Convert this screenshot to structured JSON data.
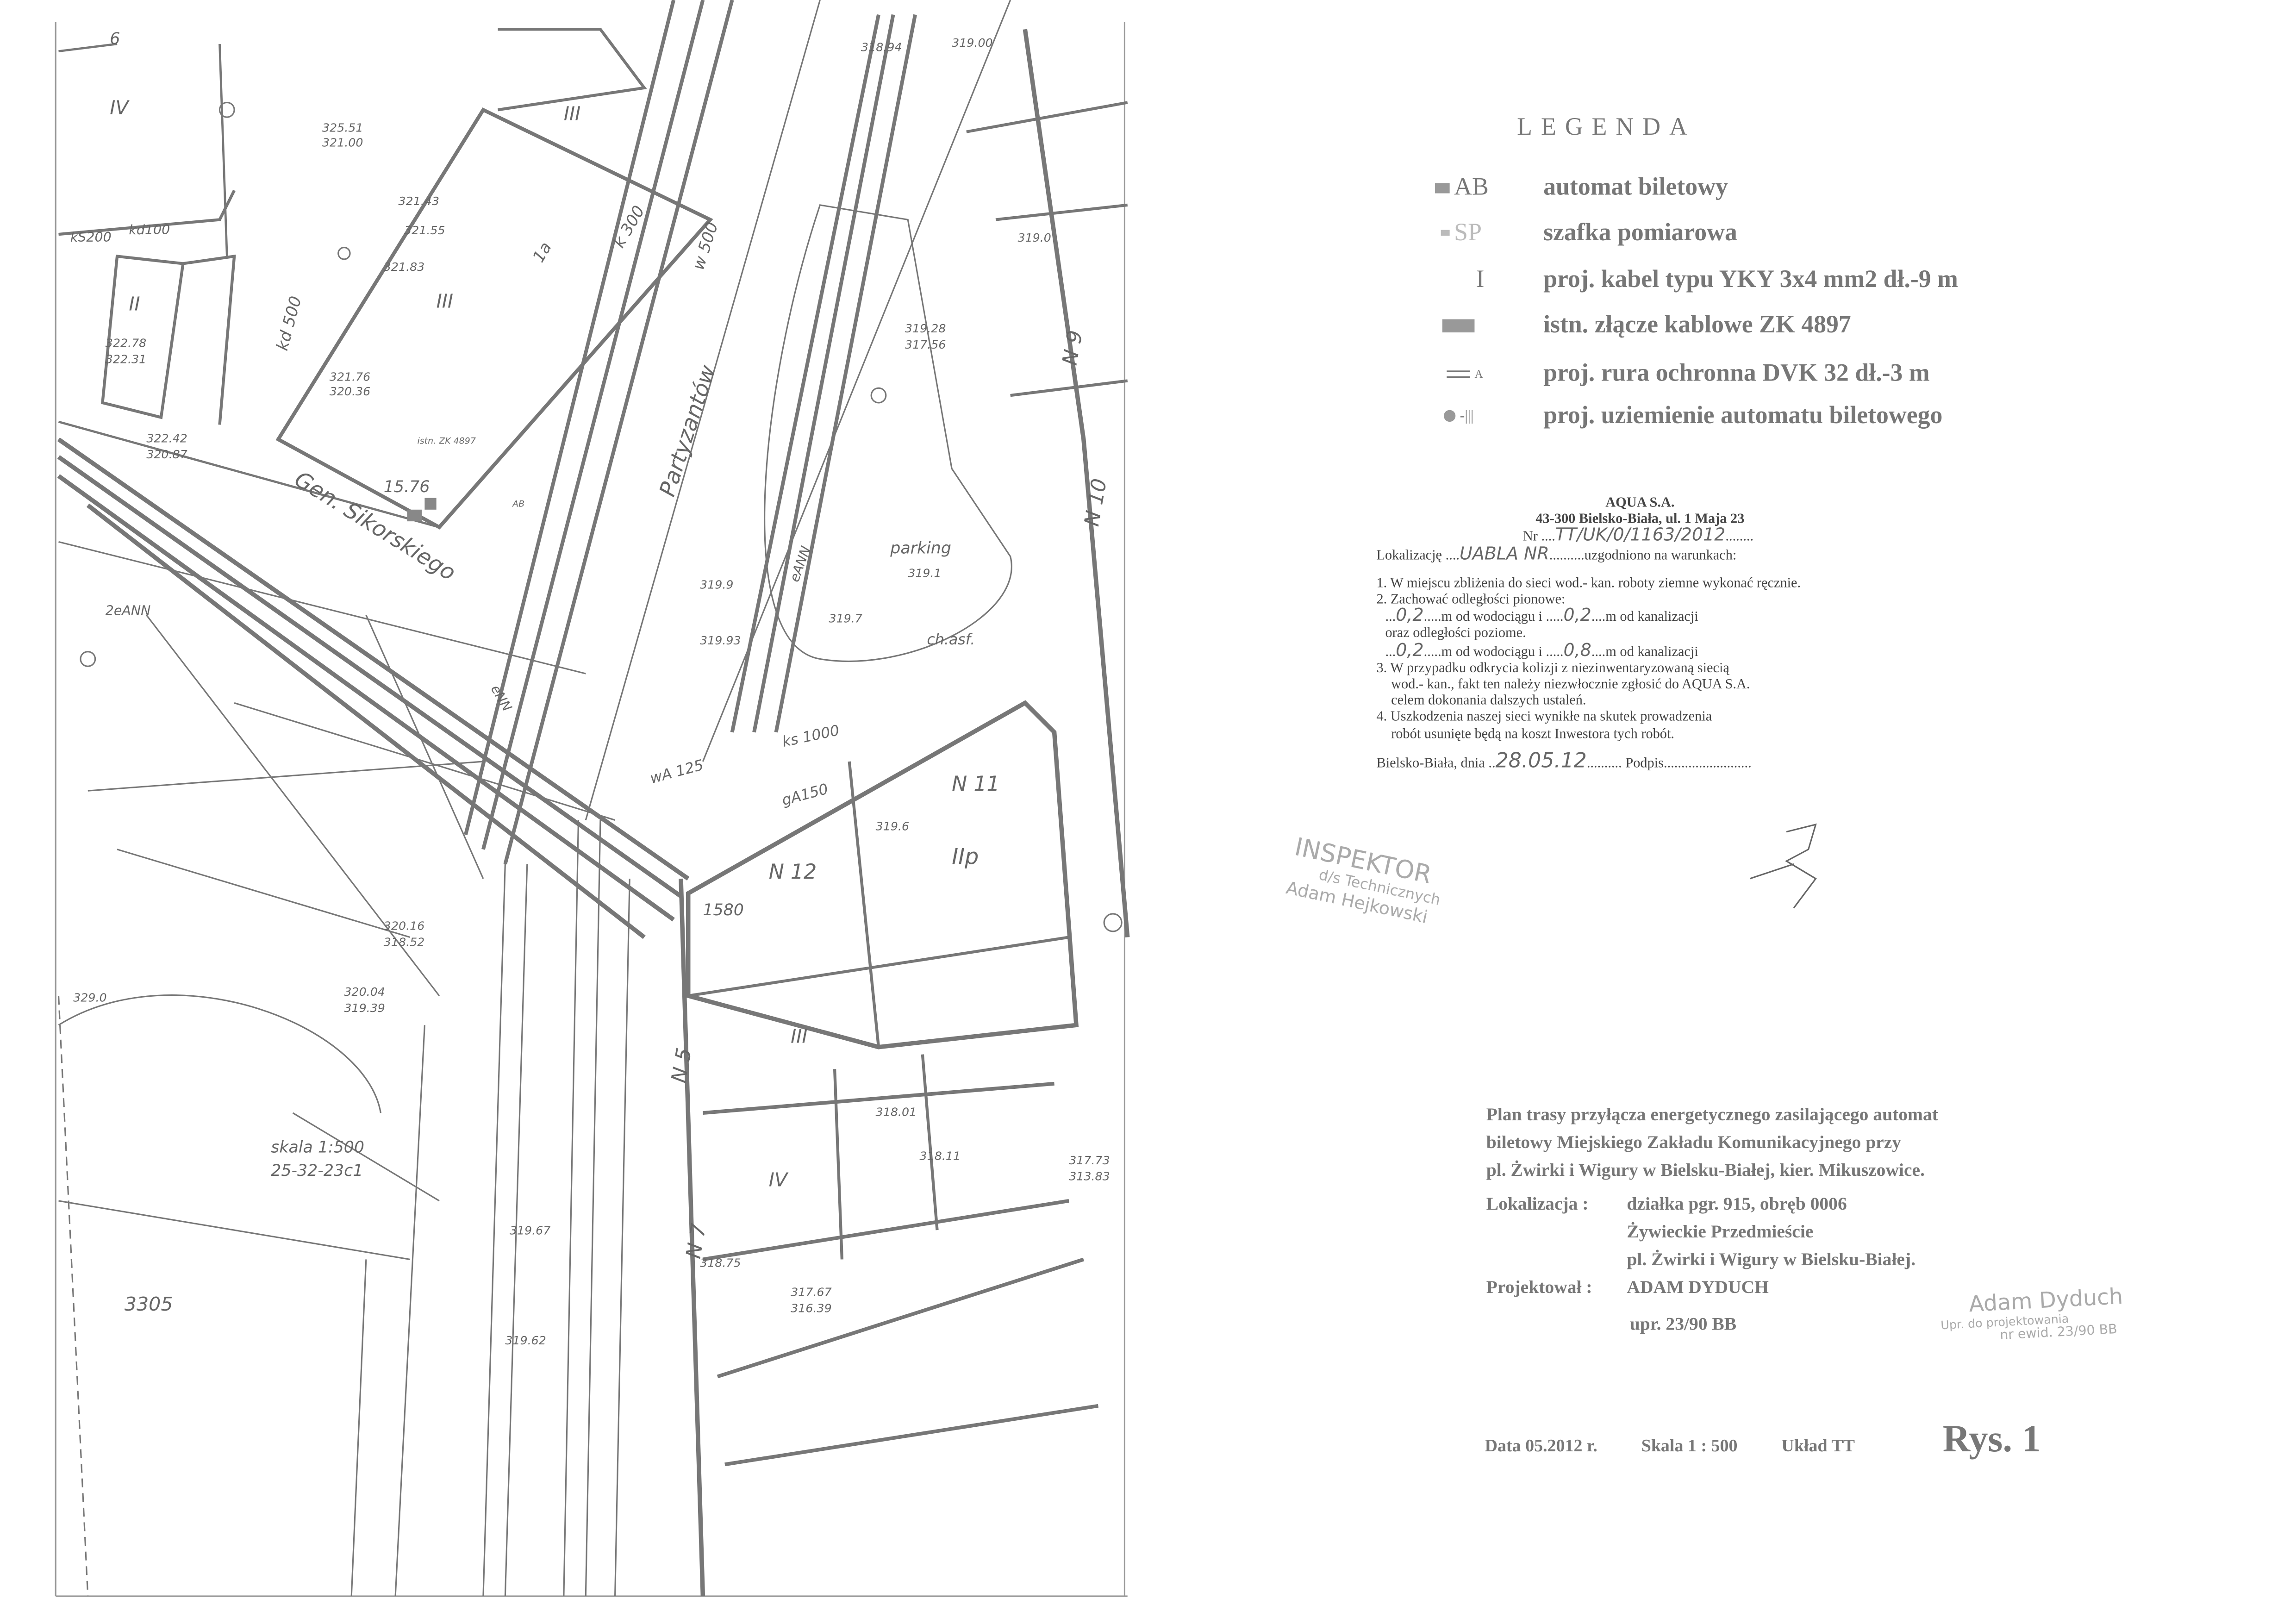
{
  "legend": {
    "title": "LEGENDA",
    "items": [
      {
        "symbol": "AB",
        "text": "automat biletowy"
      },
      {
        "symbol": "SP",
        "text": "szafka pomiarowa"
      },
      {
        "symbol": "I",
        "text": "proj. kabel typu YKY 3x4 mm2  dł.-9 m"
      },
      {
        "symbol": "",
        "text": "istn. złącze kablowe ZK 4897"
      },
      {
        "symbol": "A",
        "text": "proj. rura ochronna DVK 32   dł.-3 m"
      },
      {
        "symbol": "",
        "text": "proj. uziemienie automatu biletowego"
      }
    ]
  },
  "aqua": {
    "company": "AQUA S.A.",
    "address": "43-300 Bielsko-Biała, ul. 1 Maja 23",
    "nr_label": "Nr",
    "nr_value": "TT/UK/0/1163/2012",
    "lokalizacje_label": "Lokalizację",
    "lokalizacje_value": "UABLA NR",
    "agreed": "uzgodniono na warunkach:",
    "c1": "1. W miejscu zbliżenia do sieci wod.- kan. roboty ziemne wykonać ręcznie.",
    "c2": "2. Zachować odległości pionowe:",
    "v1": "0,2",
    "v2": "0,2",
    "from_water": "m od wodociągu i",
    "from_sewer": "m od kanalizacji",
    "horizontal": "oraz odległości poziome.",
    "h1": "0,2",
    "h2": "0,8",
    "c3a": "3. W przypadku odkrycia kolizji z niezinwentaryzowaną siecią",
    "c3b": "wod.- kan., fakt ten należy niezwłocznie zgłosić do AQUA S.A.",
    "c3c": "celem dokonania dalszych ustaleń.",
    "c4a": "4. Uszkodzenia naszej sieci wynikłe na skutek prowadzenia",
    "c4b": "robót usunięte będą na koszt Inwestora tych robót.",
    "place": "Bielsko-Biała, dnia",
    "date": "28.05.12",
    "podpis": "Podpis"
  },
  "stamp_inspector": {
    "line1": "INSPEKTOR",
    "line2": "d/s Technicznych",
    "line3": "Adam Hejkowski"
  },
  "title_block": {
    "line1": "Plan trasy przyłącza energetycznego zasilającego automat",
    "line2": "biletowy Miejskiego Zakładu Komunikacyjnego przy",
    "line3": "pl. Żwirki i Wigury w Bielsku-Białej, kier. Mikuszowice.",
    "lokalizacja_label": "Lokalizacja :",
    "lokalizacja_1": "działka  pgr. 915,    obręb  0006",
    "lokalizacja_2": "Żywieckie Przedmieście",
    "lokalizacja_3": "pl. Żwirki i Wigury w Bielsku-Białej.",
    "projektowal_label": "Projektował :",
    "projektowal": "ADAM  DYDUCH",
    "uprawnienia": "upr.  23/90  BB"
  },
  "stamp_designer": {
    "name": "Adam Dyduch",
    "line2": "Upr. do projektowania",
    "line3": "nr ewid. 23/90 BB"
  },
  "footer": {
    "date": "Data  05.2012 r.",
    "scale": "Skala  1 : 500",
    "system": "Układ  TT",
    "figure": "Rys.  1"
  },
  "map": {
    "labels": [
      "Partyzantów",
      "Gen. Sikorskiego",
      "parking",
      "ch.asf.",
      "w 500",
      "k 300",
      "kd 500",
      "kS200",
      "kd100",
      "wA 125",
      "ks 1000",
      "gA150",
      "N 11",
      "N 12",
      "N 5",
      "N 7",
      "N 9",
      "N 10",
      "IV",
      "III",
      "III",
      "II",
      "III",
      "IV",
      "IIp",
      "1580",
      "skala 1:500",
      "25-32-23c1",
      "3305",
      "325.51",
      "321.00",
      "321.43",
      "321.55",
      "321.83",
      "321.76",
      "320.36",
      "322.78",
      "322.31",
      "322.42",
      "320.87",
      "319.00",
      "318.94",
      "319.0",
      "319.28",
      "317.56",
      "319.9",
      "319.93",
      "319.7",
      "319.1",
      "320.16",
      "318.52",
      "320.04",
      "319.39",
      "319.67",
      "319.62",
      "318.75",
      "317.67",
      "316.39",
      "318.01",
      "318.11",
      "317.73",
      "313.83",
      "319.6",
      "15.76",
      "istn. ZK 4897",
      "AB",
      "6",
      "1a",
      "2eANN",
      "eANN",
      "eNN",
      "329.0"
    ]
  }
}
